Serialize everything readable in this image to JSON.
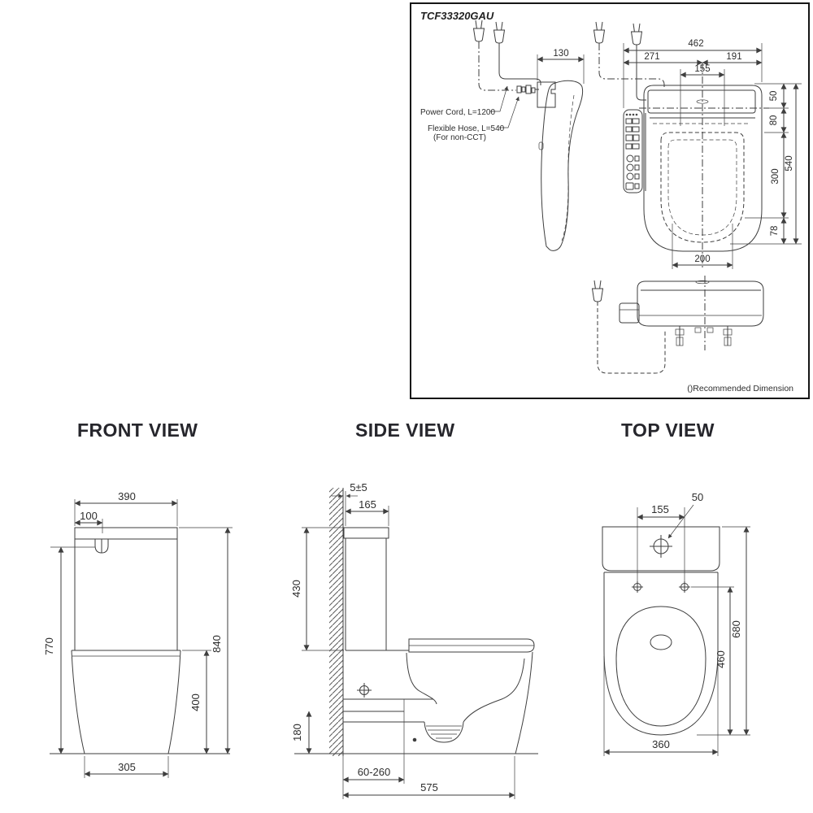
{
  "spec_box": {
    "model": "TCF33320GAU",
    "power_cord_label": "Power Cord, L=1200",
    "hose_label_line1": "Flexible Hose, L=540",
    "hose_label_line2": "(For non-CCT)",
    "note": "()Recommended Dimension",
    "dims": {
      "unit_depth": "130",
      "overall_width": "462",
      "left_to_center": "271",
      "center_to_right": "191",
      "lid_width": "155",
      "lid_depth": "50",
      "hinge_depth": "80",
      "opening_length": "300",
      "overall_depth": "540",
      "front_overhang": "78",
      "opening_width": "200"
    }
  },
  "views": {
    "front": {
      "title": "FRONT VIEW",
      "dims": {
        "tank_width": "390",
        "button_offset": "100",
        "inlet_height": "770",
        "overall_height": "840",
        "pan_height": "400",
        "base_width": "305"
      }
    },
    "side": {
      "title": "SIDE VIEW",
      "dims": {
        "wall_gap": "5±5",
        "tank_depth": "165",
        "tank_height": "430",
        "trap_height": "180",
        "setout": "60-260",
        "overall_depth": "575"
      }
    },
    "top": {
      "title": "TOP VIEW",
      "dims": {
        "hole_spacing": "155",
        "hole_diameter": "50",
        "overall_length": "680",
        "rim_length": "460",
        "width": "360"
      }
    }
  }
}
